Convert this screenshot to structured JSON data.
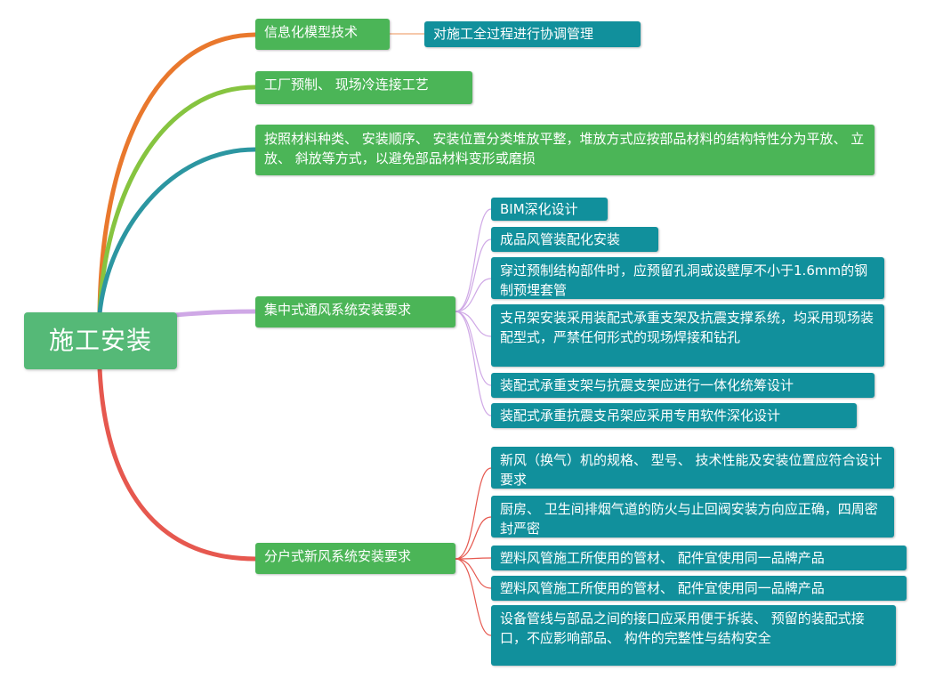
{
  "root": {
    "label": "施工安装"
  },
  "branches": [
    {
      "label": "信息化模型技术",
      "color": "#e9782d",
      "children": [
        "对施工全过程进行协调管理"
      ]
    },
    {
      "label": "工厂预制、 现场冷连接工艺",
      "color": "#86c440",
      "children": []
    },
    {
      "label": "按照材料种类、 安装顺序、 安装位置分类堆放平整，堆放方式应按部品材料的结构特性分为平放、 立放、 斜放等方式，以避免部品材料变形或磨损",
      "color": "#2c96a1",
      "children": []
    },
    {
      "label": "集中式通风系统安装要求",
      "color": "#cfa8e6",
      "children": [
        "BIM深化设计",
        "成品风管装配化安装",
        "穿过预制结构部件时，应预留孔洞或设壁厚不小于1.6mm的钢制预埋套管",
        "支吊架安装采用装配式承重支架及抗震支撑系统，均采用现场装配型式，严禁任何形式的现场焊接和钻孔",
        "装配式承重支架与抗震支架应进行一体化统筹设计",
        "装配式承重抗震支吊架应采用专用软件深化设计"
      ]
    },
    {
      "label": "分户式新风系统安装要求",
      "color": "#e6584f",
      "children": [
        "新风（换气）机的规格、 型号、 技术性能及安装位置应符合设计要求",
        "厨房、 卫生间排烟气道的防火与止回阀安装方向应正确，四周密封严密",
        "塑料风管施工所使用的管材、 配件宜使用同一品牌产品",
        "塑料风管施工所使用的管材、 配件宜使用同一品牌产品",
        "设备管线与部品之间的接口应采用便于拆装、 预留的装配式接口，不应影响部品、 构件的完整性与结构安全"
      ]
    }
  ]
}
